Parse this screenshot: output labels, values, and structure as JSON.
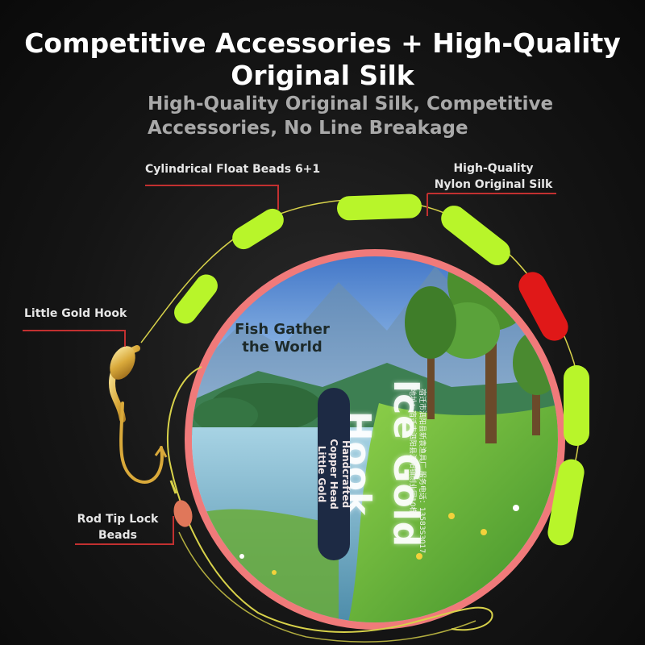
{
  "header": {
    "title_line1": "Competitive Accessories + High-Quality",
    "title_line2": "Original Silk",
    "subtitle_line1": "High-Quality Original Silk, Competitive",
    "subtitle_line2": "Accessories, No Line Breakage"
  },
  "callouts": {
    "float_beads": "Cylindrical Float Beads 6+1",
    "nylon_line_1": "High-Quality",
    "nylon_line_2": "Nylon Original Silk",
    "gold_hook": "Little Gold Hook",
    "lock_beads_1": "Rod Tip Lock",
    "lock_beads_2": "Beads"
  },
  "package": {
    "slogan_line1": "Fish Gather",
    "slogan_line2": "the World",
    "product_name": "Ice Gold Hook",
    "tag_line1": "Handcrafted Copper Head",
    "tag_line2": "Little Gold",
    "address_line1": "宿迁市泗阳县新袁渔具厂 服务电话：13583S3017",
    "address_line2": "地址：宿迁市泗阳县泗阳镇创业园10栋"
  },
  "colors": {
    "background": "#151515",
    "bead_green": "#b8f52a",
    "bead_red": "#e01818",
    "disc_rim": "#f08080",
    "leader_line": "#c23030",
    "fishing_line": "#d8d24a"
  }
}
